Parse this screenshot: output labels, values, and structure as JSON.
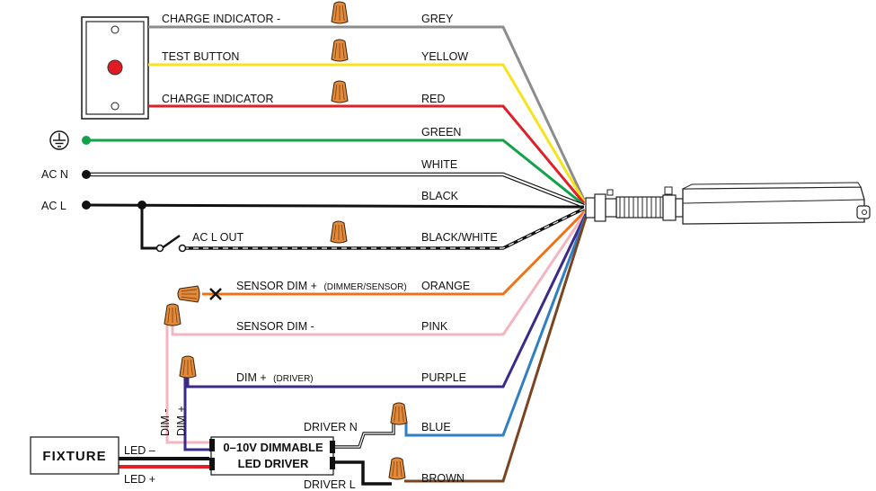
{
  "colors": {
    "grey": "#8c8c8c",
    "yellow": "#f7e21c",
    "red": "#e11f26",
    "green": "#12a14b",
    "white": "#ffffff",
    "black": "#111111",
    "orange": "#ee7318",
    "pink": "#f4b5bf",
    "purple": "#3b2a88",
    "blue": "#2f7fc6",
    "brown": "#7b4420",
    "wire_nut": "#e28a3a",
    "test_button": "#e01b24"
  },
  "wires": [
    {
      "id": "grey",
      "left_label": "CHARGE INDICATOR -",
      "color_label": "GREY"
    },
    {
      "id": "yellow",
      "left_label": "TEST BUTTON",
      "color_label": "YELLOW"
    },
    {
      "id": "red",
      "left_label": "CHARGE INDICATOR",
      "color_label": "RED"
    },
    {
      "id": "green",
      "color_label": "GREEN"
    },
    {
      "id": "white",
      "color_label": "WHITE"
    },
    {
      "id": "black",
      "color_label": "BLACK"
    },
    {
      "id": "black_white",
      "left_label": "AC L OUT",
      "color_label": "BLACK/WHITE"
    },
    {
      "id": "orange",
      "left_label": "SENSOR DIM +",
      "left_label_note": "(DIMMER/SENSOR)",
      "color_label": "ORANGE"
    },
    {
      "id": "pink",
      "left_label": "SENSOR DIM -",
      "color_label": "PINK"
    },
    {
      "id": "purple",
      "left_label": "DIM +",
      "left_label_note": "(DRIVER)",
      "color_label": "PURPLE"
    },
    {
      "id": "blue",
      "color_label": "BLUE"
    },
    {
      "id": "brown",
      "color_label": "BROWN"
    }
  ],
  "power": {
    "ac_n": "AC N",
    "ac_l": "AC L"
  },
  "fixture": {
    "label": "FIXTURE",
    "led_minus": "LED –",
    "led_plus": "LED +"
  },
  "driver": {
    "line1": "0–10V DIMMABLE",
    "line2": "LED DRIVER",
    "driver_n": "DRIVER N",
    "driver_l": "DRIVER L",
    "dim_minus": "DIM -",
    "dim_plus": "DIM +"
  },
  "icons": [
    "ground-symbol-icon",
    "wire-nut-icon",
    "open-switch-icon",
    "cut-wire-x-icon",
    "test-switch-plate-icon",
    "emergency-module-icon"
  ]
}
